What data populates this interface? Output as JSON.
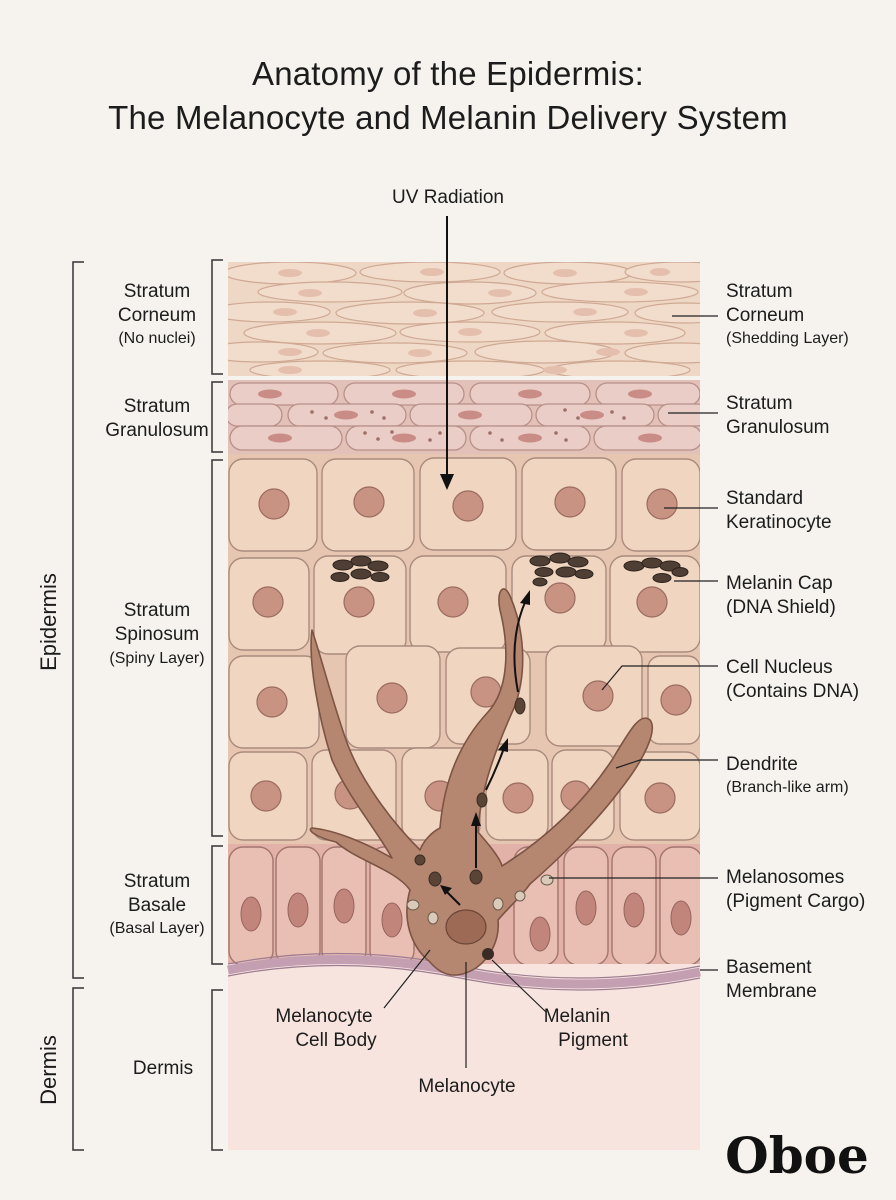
{
  "title": {
    "line1": "Anatomy of the Epidermis:",
    "line2": "The Melanocyte and Melanin Delivery System"
  },
  "uv_label": "UV Radiation",
  "side_labels": {
    "epidermis": "Epidermis",
    "dermis": "Dermis"
  },
  "left_labels": {
    "corneum": {
      "line1": "Stratum",
      "line2": "Corneum",
      "sub": "(No nuclei)"
    },
    "granulosum": {
      "line1": "Stratum",
      "line2": "Granulosum"
    },
    "spinosum": {
      "line1": "Stratum",
      "line2": "Spinosum",
      "sub": "(Spiny Layer)"
    },
    "basale": {
      "line1": "Stratum",
      "line2": "Basale",
      "sub": "(Basal Layer)"
    },
    "dermis": "Dermis"
  },
  "right_labels": {
    "corneum": {
      "line1": "Stratum",
      "line2": "Corneum",
      "sub": "(Shedding Layer)"
    },
    "granulosum": {
      "line1": "Stratum",
      "line2": "Granulosum"
    },
    "keratinocyte": {
      "line1": "Standard",
      "line2": "Keratinocyte"
    },
    "melanin_cap": {
      "line1": "Melanin Cap",
      "line2": "(DNA Shield)"
    },
    "cell_nucleus": {
      "line1": "Cell Nucleus",
      "line2": "(Contains DNA)"
    },
    "dendrite": {
      "line1": "Dendrite",
      "sub": "(Branch-like arm)"
    },
    "melanosomes": {
      "line1": "Melanosomes",
      "line2": "(Pigment Cargo)"
    },
    "basement": {
      "line1": "Basement",
      "line2": "Membrane"
    }
  },
  "bottom_labels": {
    "cell_body": {
      "line1": "Melanocyte",
      "line2": "Cell Body"
    },
    "melanin_pigment": {
      "line1": "Melanin",
      "line2": "Pigment"
    },
    "melanocyte": "Melanocyte"
  },
  "logo": "Oboe",
  "colors": {
    "background": "#f6f3ee",
    "corneum_cell": "#f1dccb",
    "granulosum_cell": "#e6c7bf",
    "spinosum_cell": "#f0d6c1",
    "basale_cell": "#e8bdb3",
    "nucleus": "#c79087",
    "melanocyte": "#b88a73",
    "melanin": "#4a3a30",
    "basement_membrane": "#c7a2b6",
    "dermis": "#f7e4df"
  }
}
